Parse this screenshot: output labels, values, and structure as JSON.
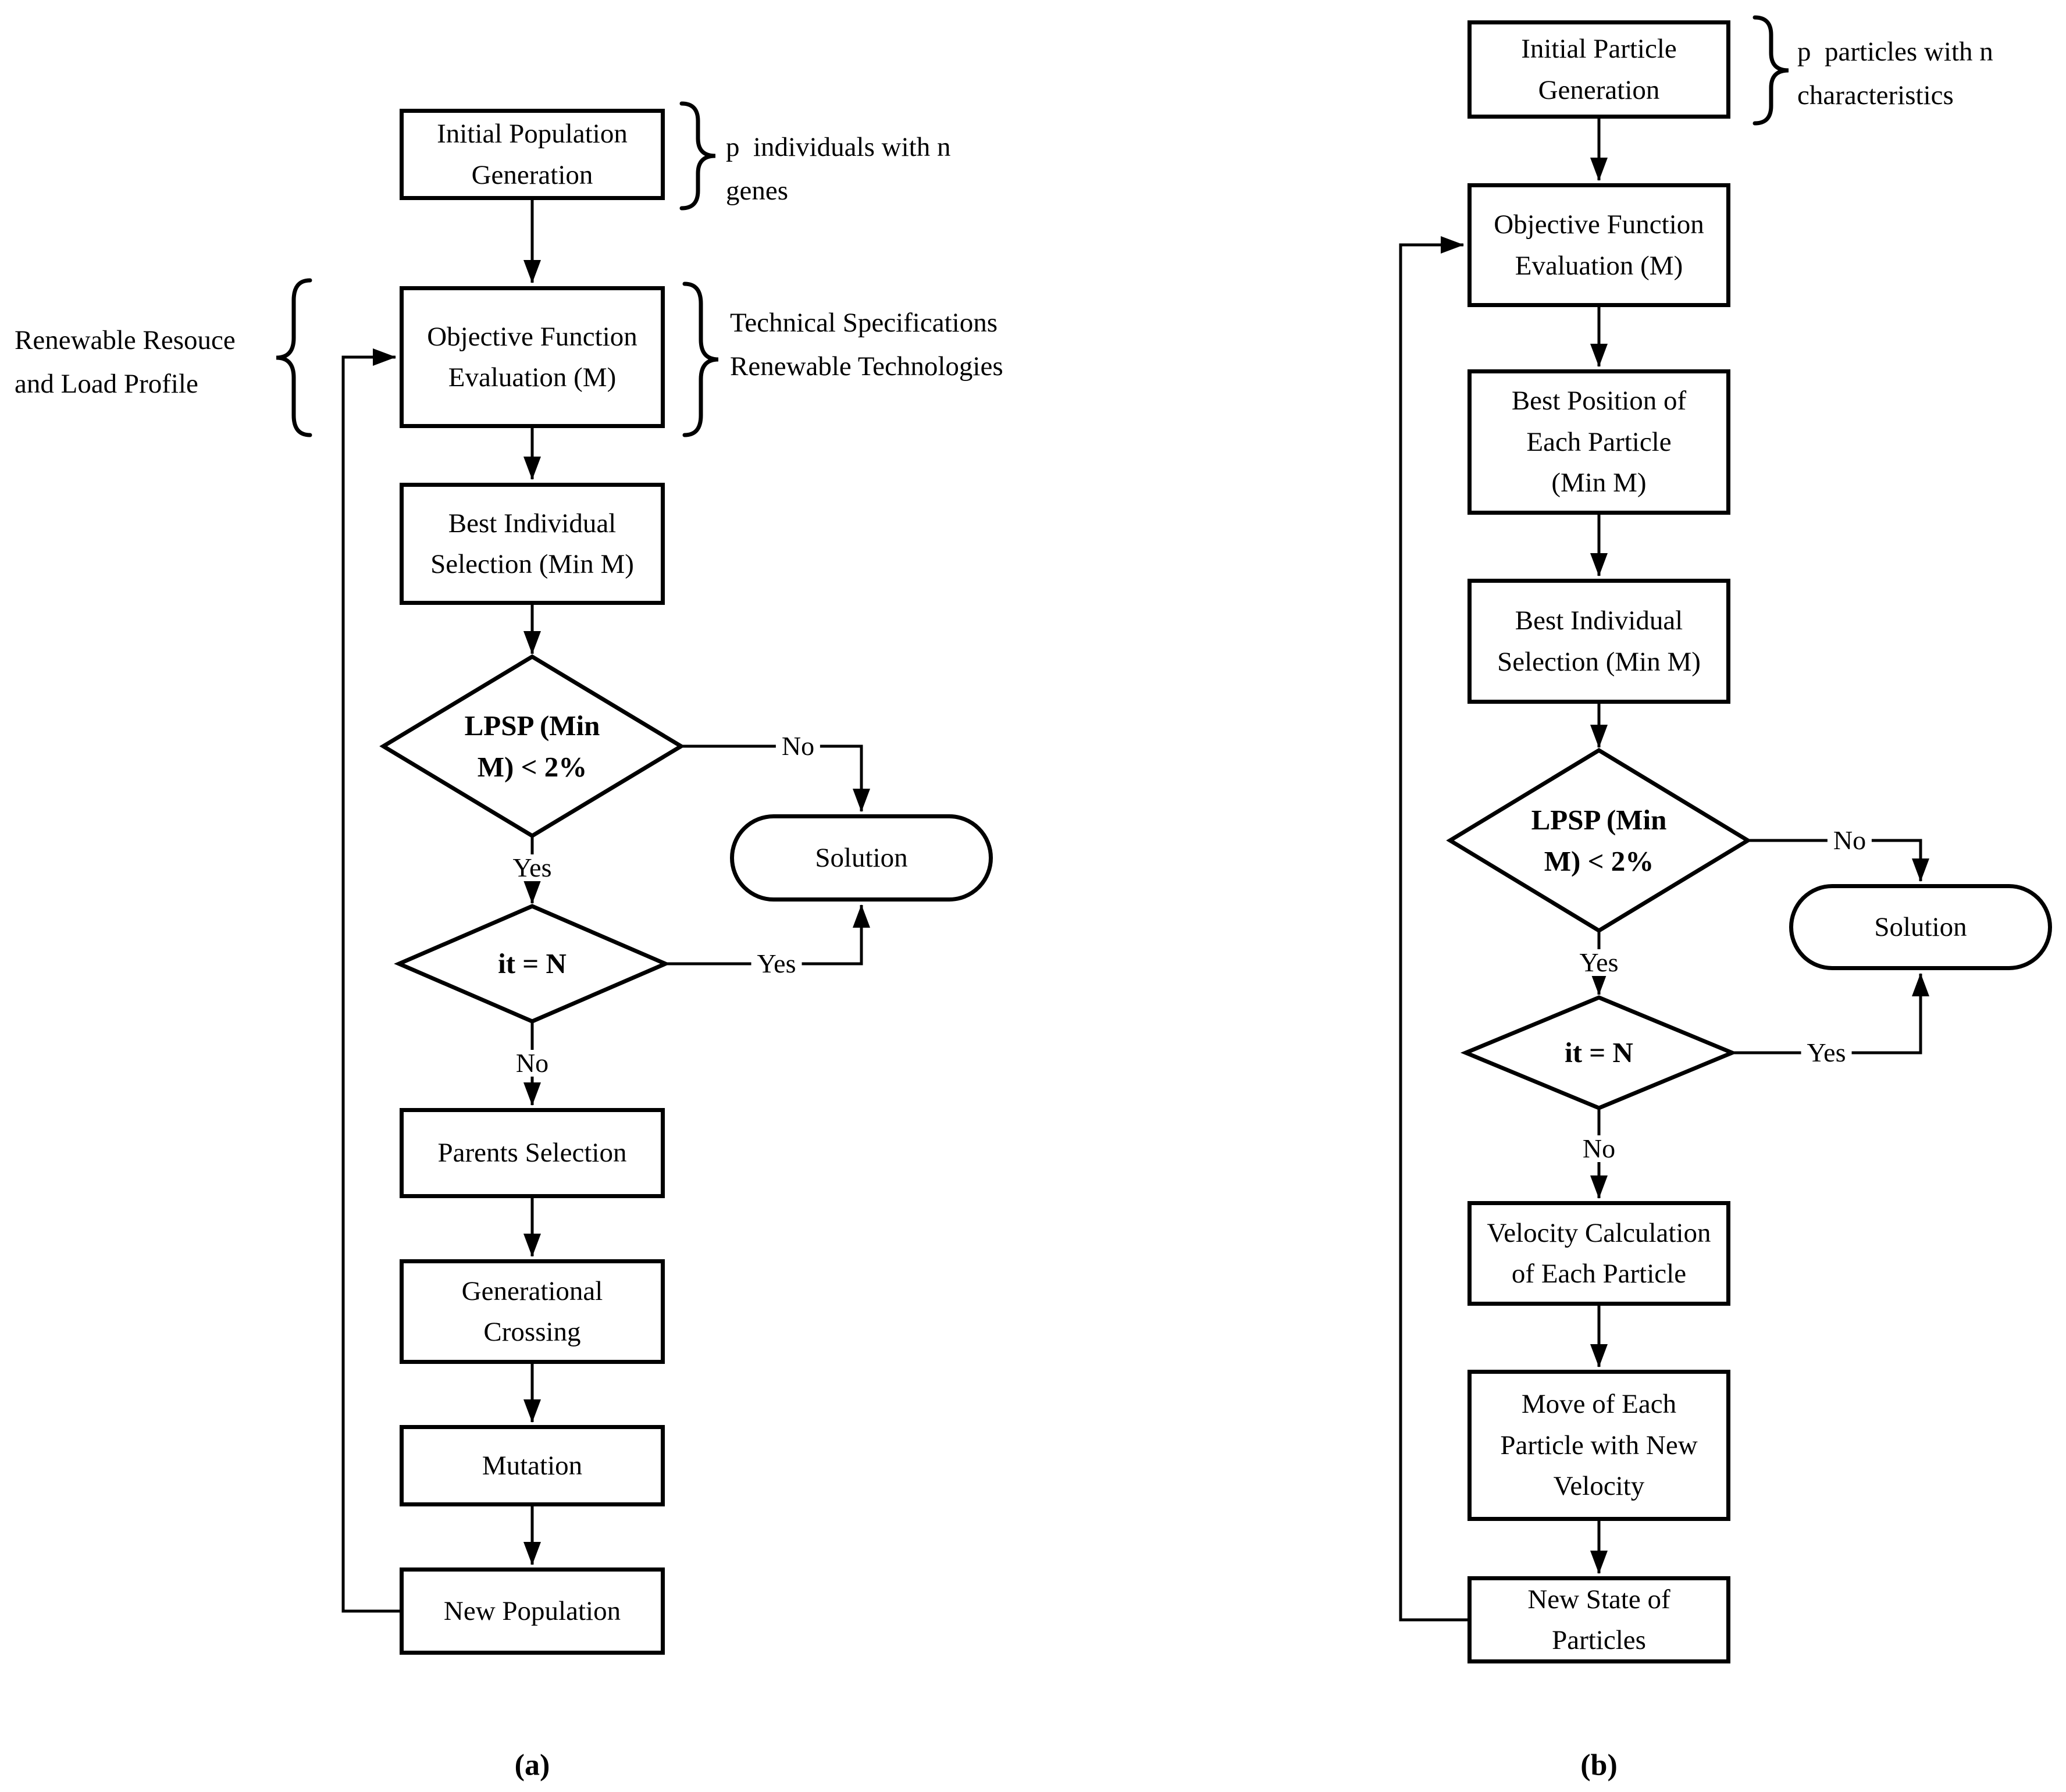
{
  "figure_labels": {
    "a": "(a)",
    "b": "(b)"
  },
  "colors": {
    "ink": "#000000",
    "paper": "#ffffff"
  },
  "chart_a": {
    "nodes": {
      "initial_population": "Initial Population\nGeneration",
      "objective_function": "Objective Function\nEvaluation (M)",
      "best_individual": "Best Individual\nSelection (Min M)",
      "lpsp_decision": "LPSP (Min\nM) < 2%",
      "iteration_decision": "it = N",
      "parents_selection": "Parents Selection",
      "generational_crossing": "Generational\nCrossing",
      "mutation": "Mutation",
      "new_population": "New Population",
      "solution": "Solution"
    },
    "edge_labels": {
      "lpsp_no": "No",
      "lpsp_yes": "Yes",
      "iteration_yes": "Yes",
      "iteration_no": "No"
    },
    "annotations": {
      "population": "p  individuals with n\ngenes",
      "input_left": "Renewable Resouce\nand Load Profile",
      "tech_specs": "Technical Specifications\nRenewable Technologies"
    }
  },
  "chart_b": {
    "nodes": {
      "initial_particle": "Initial Particle\nGeneration",
      "objective_function": "Objective Function\nEvaluation (M)",
      "best_position": "Best Position of\nEach Particle\n(Min M)",
      "best_individual": "Best Individual\nSelection (Min M)",
      "lpsp_decision": "LPSP (Min\nM) < 2%",
      "iteration_decision": "it = N",
      "velocity_calculation": "Velocity Calculation\nof Each Particle",
      "move_particle": "Move of Each\nParticle with New\nVelocity",
      "new_state": "New State of\nParticles",
      "solution": "Solution"
    },
    "edge_labels": {
      "lpsp_no": "No",
      "lpsp_yes": "Yes",
      "iteration_yes": "Yes",
      "iteration_no": "No"
    },
    "annotations": {
      "particles": "p  particles with n\ncharacteristics"
    }
  }
}
